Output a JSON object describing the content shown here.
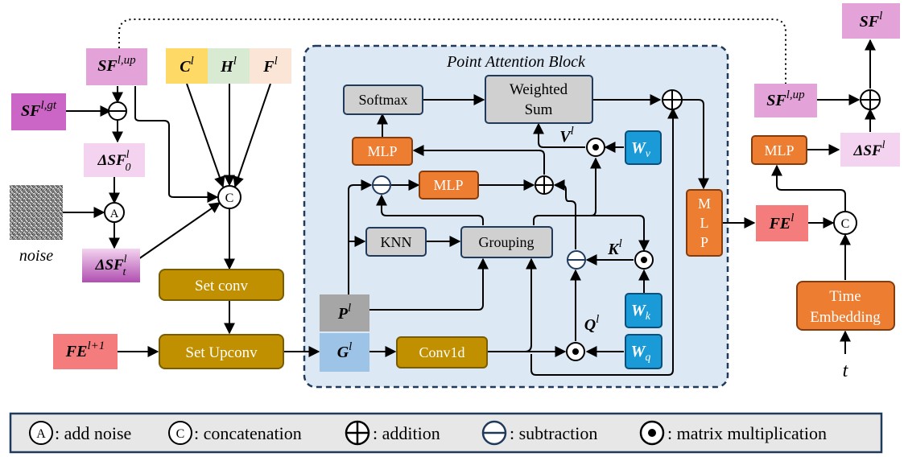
{
  "attention_block": {
    "title": "Point Attention Block"
  },
  "nodes": {
    "sf_up_left": {
      "main": "SF",
      "sup": "l,up"
    },
    "sf_gt": {
      "main": "SF",
      "sup": "l,gt"
    },
    "dsf0": {
      "main": "ΔSF",
      "sup": "l",
      "sub": "0"
    },
    "noise_label": "noise",
    "dsft": {
      "main": "ΔSF",
      "sup": "l",
      "sub": "t"
    },
    "c": {
      "main": "C",
      "sup": "l"
    },
    "h": {
      "main": "H",
      "sup": "l"
    },
    "f": {
      "main": "F",
      "sup": "l"
    },
    "set_conv": "Set conv",
    "fe_next": {
      "main": "FE",
      "sup": "l+1"
    },
    "set_upconv": "Set Upconv",
    "softmax": "Softmax",
    "weighted_sum": [
      "Weighted",
      "Sum"
    ],
    "mlp_left": "MLP",
    "mlp_mid": "MLP",
    "knn": "KNN",
    "grouping": "Grouping",
    "p": {
      "main": "P",
      "sup": "l"
    },
    "g": {
      "main": "G",
      "sup": "l"
    },
    "conv1d": "Conv1d",
    "v": {
      "main": "V",
      "sup": "l"
    },
    "k": {
      "main": "K",
      "sup": "l"
    },
    "q": {
      "main": "Q",
      "sup": "l"
    },
    "wv": {
      "main": "W",
      "sub": "v"
    },
    "wk": {
      "main": "W",
      "sub": "k"
    },
    "wq": {
      "main": "W",
      "sub": "q"
    },
    "mlp_vertical": [
      "M",
      "L",
      "P"
    ],
    "fe": {
      "main": "FE",
      "sup": "l"
    },
    "sf_out": {
      "main": "SF",
      "sup": "l"
    },
    "sf_up_right": {
      "main": "SF",
      "sup": "l,up"
    },
    "dsf": {
      "main": "ΔSF",
      "sup": "l"
    },
    "mlp_right": "MLP",
    "time_embedding": [
      "Time",
      "Embedding"
    ],
    "t_label": "t"
  },
  "operator_symbols": {
    "add_noise": "A",
    "concat": "C"
  },
  "legend": {
    "items": [
      {
        "symbol": "A",
        "label": ": add noise"
      },
      {
        "symbol": "C",
        "label": ": concatenation"
      },
      {
        "symbol": "addition",
        "label": ": addition"
      },
      {
        "symbol": "subtraction",
        "label": ": subtraction"
      },
      {
        "symbol": "matmul",
        "label": ": matrix multiplication"
      }
    ]
  },
  "colors": {
    "sf_pink": "#e4a3d8",
    "sf_dark_pink": "#cc66c6",
    "light_pink": "#f3d3ef",
    "fe_red": "#f47c7c",
    "c_yellow": "#ffd966",
    "h_green": "#d9ead3",
    "f_peach": "#fbe5d6",
    "olive": "#c09000",
    "orange": "#ed7d31",
    "blue_w": "#1a9ad6",
    "gray_box": "#d0d0d0",
    "block_bg": "#dde8f5",
    "legend_bg": "#e7e7e7",
    "p_gray": "#a6a6a6",
    "g_blue": "#9dc3e6"
  }
}
